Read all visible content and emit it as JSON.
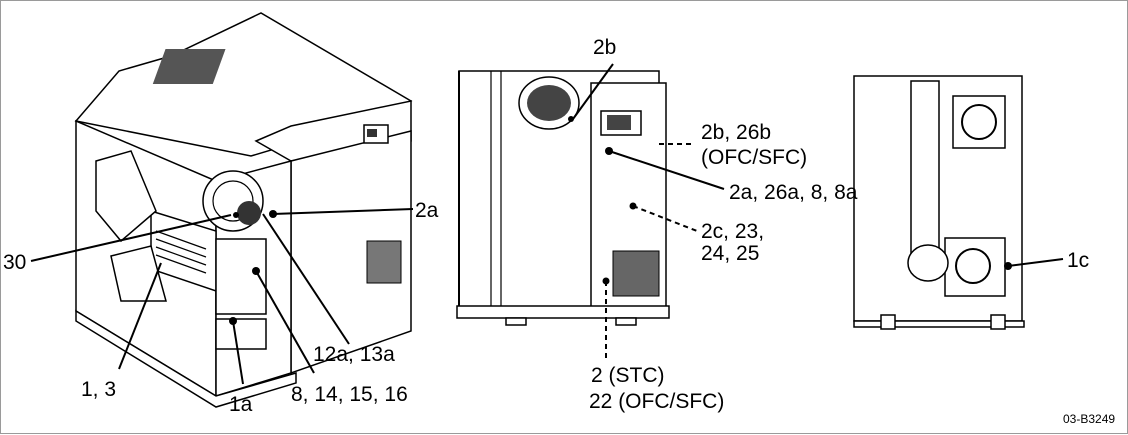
{
  "callouts": {
    "c_2b_top": "2b",
    "c_2a_left": "2a",
    "c_30": "30",
    "c_12a_13a": "12a, 13a",
    "c_1_3": "1, 3",
    "c_8_14": "8, 14, 15, 16",
    "c_1a": "1a",
    "c_2b_26b": "2b, 26b",
    "c_ofc_sfc": "(OFC/SFC)",
    "c_2a_26a": "2a, 26a, 8, 8a",
    "c_2c_23": "2c, 23,",
    "c_24_25": "24, 25",
    "c_2_stc": "2  (STC)",
    "c_22_ofc": "22 (OFC/SFC)",
    "c_1c": "1c"
  },
  "figure_ref": "03-B3249"
}
